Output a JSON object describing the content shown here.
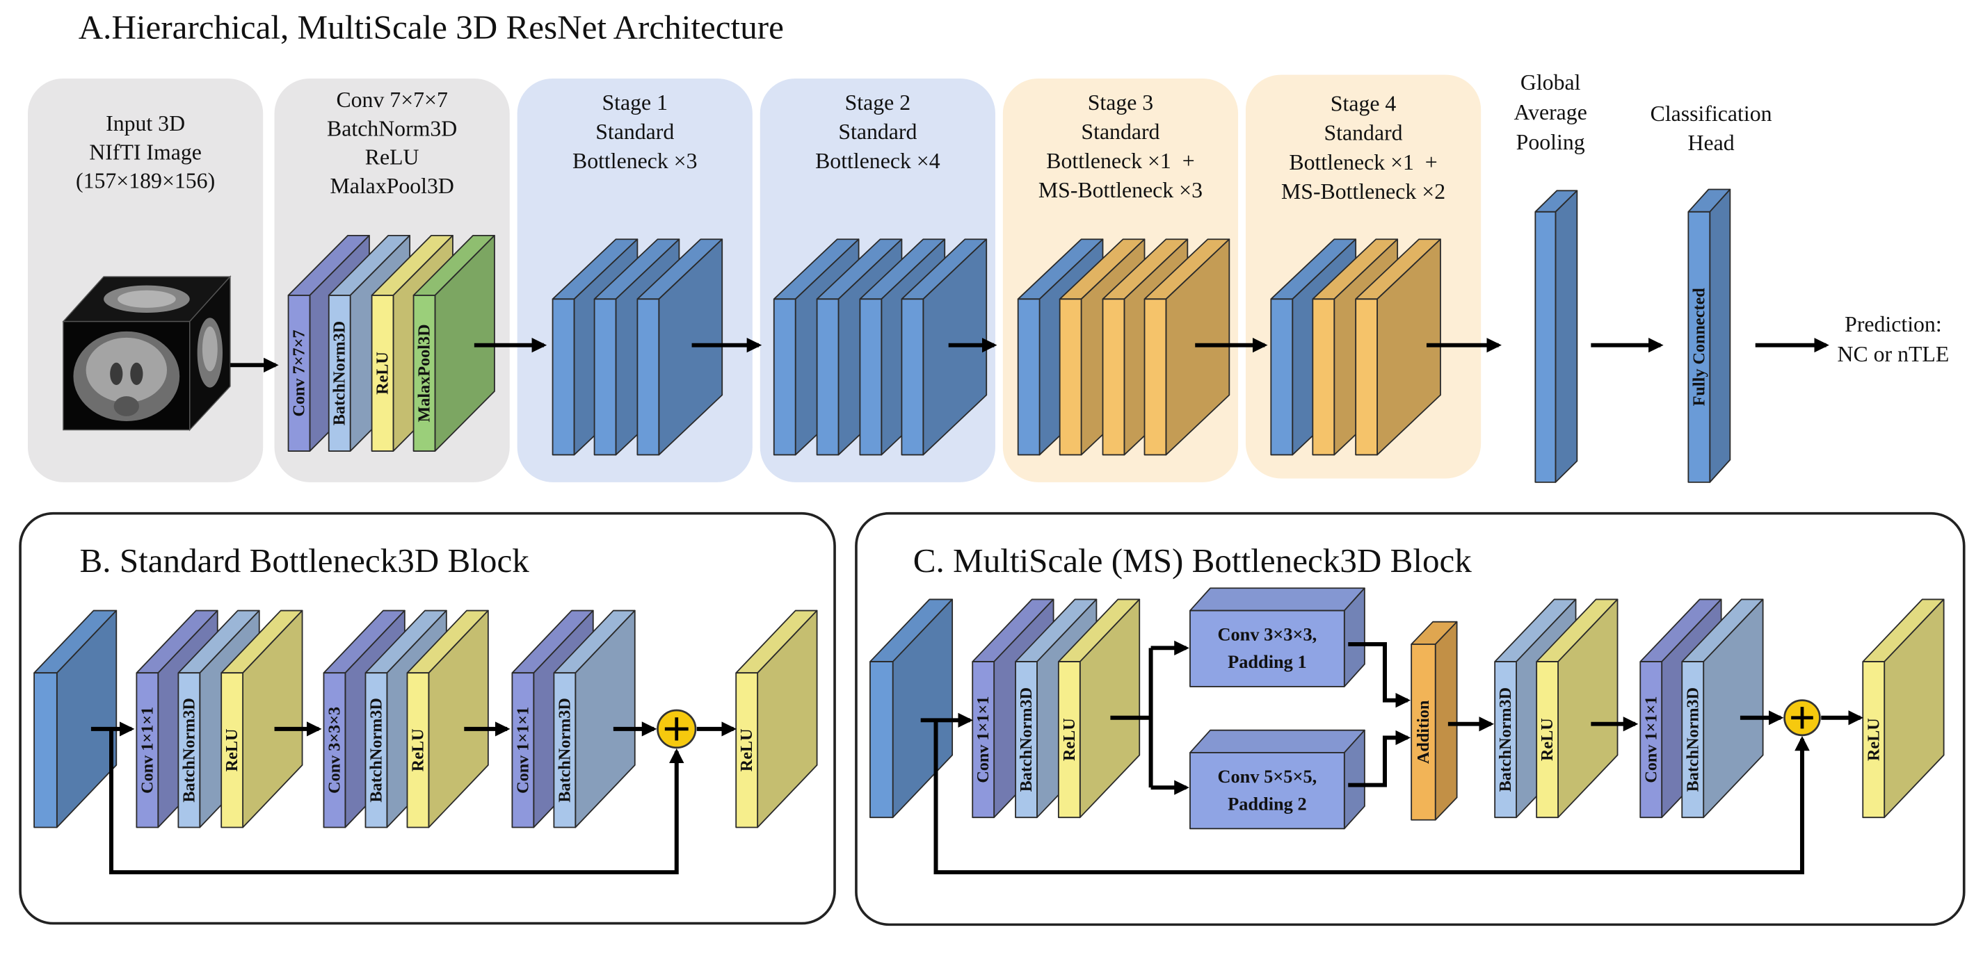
{
  "panel_a": {
    "title": "A.Hierarchical, MultiScale 3D ResNet Architecture",
    "input": {
      "lines": [
        "Input 3D",
        "NIfTI Image",
        "(157×189×156)"
      ]
    },
    "stem": {
      "lines": [
        "Conv 7×7×7",
        "BatchNorm3D",
        "ReLU",
        "MalaxPool3D"
      ],
      "layers": [
        "Conv 7×7×7",
        "BatchNorm3D",
        "ReLU",
        "MalaxPool3D"
      ]
    },
    "stages": [
      {
        "lines": [
          "Stage 1",
          "Standard",
          "Bottleneck ×3"
        ]
      },
      {
        "lines": [
          "Stage 2",
          "Standard",
          "Bottleneck ×4"
        ]
      },
      {
        "lines": [
          "Stage 3",
          "Standard",
          "Bottleneck ×1  +",
          "MS-Bottleneck ×3"
        ]
      },
      {
        "lines": [
          "Stage 4",
          "Standard",
          "Bottleneck ×1  +",
          "MS-Bottleneck ×2"
        ]
      }
    ],
    "pooling": {
      "lines": [
        "Global",
        "Average",
        "Pooling"
      ]
    },
    "head": {
      "lines": [
        "Classification",
        "Head"
      ],
      "layer": "Fully Connected"
    },
    "prediction": {
      "lines": [
        "Prediction:",
        "NC or nTLE"
      ]
    }
  },
  "panel_b": {
    "title": "B. Standard Bottleneck3D Block",
    "layers": [
      "Conv 1×1×1",
      "BatchNorm3D",
      "ReLU",
      "Conv 3×3×3",
      "BatchNorm3D",
      "ReLU",
      "Conv 1×1×1",
      "BatchNorm3D",
      "ReLU"
    ]
  },
  "panel_c": {
    "title": "C. MultiScale (MS) Bottleneck3D Block",
    "layers": [
      "Conv 1×1×1",
      "BatchNorm3D",
      "ReLU",
      "BatchNorm3D",
      "ReLU",
      "Conv 1×1×1",
      "BatchNorm3D",
      "ReLU"
    ],
    "branches": [
      {
        "lines": [
          "Conv 3×3×3,",
          "Padding 1"
        ]
      },
      {
        "lines": [
          "Conv 5×5×5,",
          "Padding 2"
        ]
      }
    ],
    "merge": "Addition"
  },
  "colors": {
    "conv": "#8e98dc",
    "batchnorm": "#a9c6ea",
    "relu": "#f6ee8c",
    "maxpool": "#9bcf7a",
    "stage_block": "#6a9bd7",
    "ms_block": "#f5c36a",
    "addition": "#f2b457",
    "branch_conv": "#8fa4e4",
    "sum_node": "#f6c90e",
    "gray_panel": "#e7e6e7",
    "blue_panel": "#dae3f5",
    "orange_panel": "#fdeed6"
  },
  "icons": {
    "sum_node": "plus-circle-icon",
    "input_volume": "brain-mri-cube-icon"
  }
}
